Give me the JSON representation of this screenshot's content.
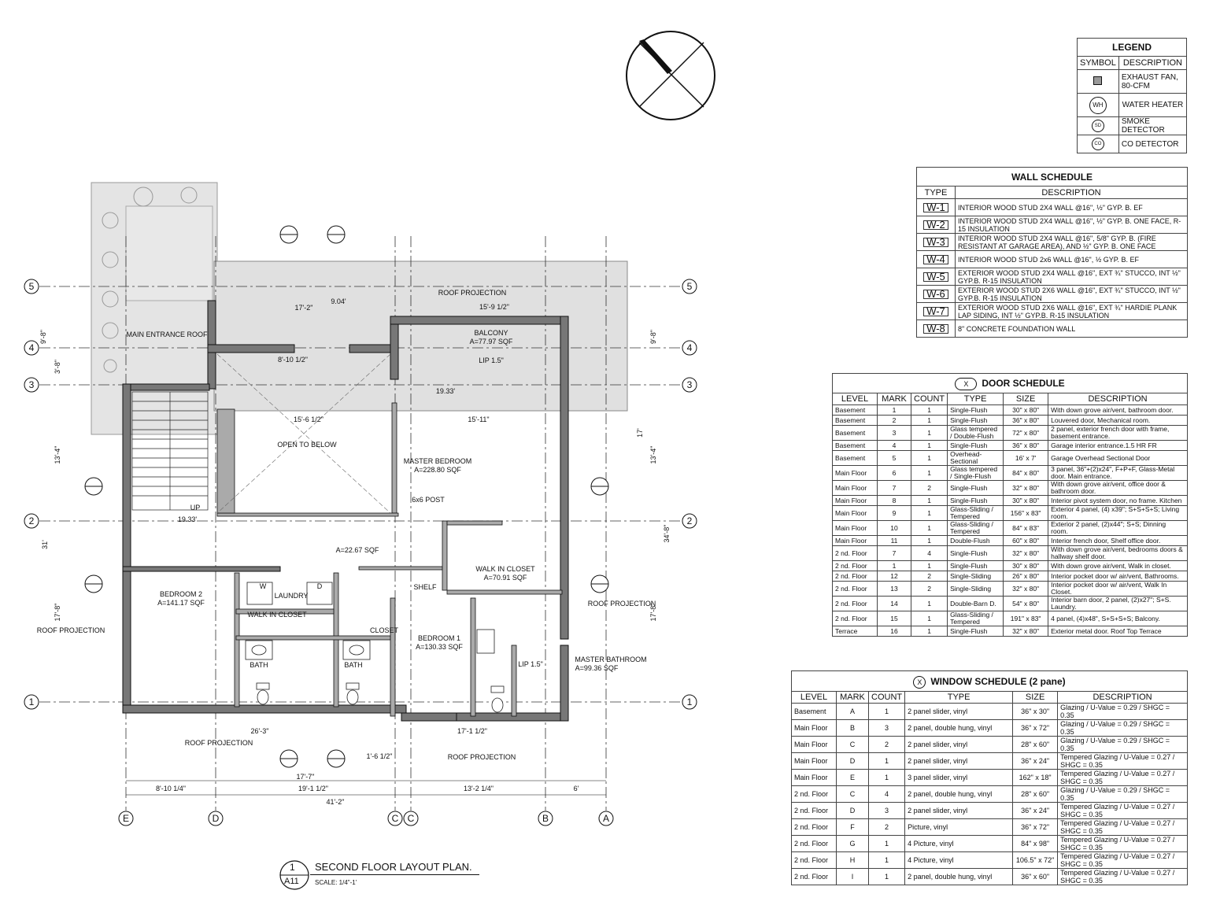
{
  "plan": {
    "title": "SECOND FLOOR LAYOUT PLAN.",
    "scale": "SCALE: 1/4\"-1'",
    "title_ref_number": "1",
    "title_ref_sheet": "A11",
    "grid_lines_horizontal": [
      "5",
      "4",
      "3",
      "2",
      "1"
    ],
    "grid_lines_vertical": [
      "E",
      "D",
      "C",
      "C",
      "B",
      "A"
    ],
    "rooms": [
      {
        "name": "MAIN ENTRANCE ROOF",
        "area": ""
      },
      {
        "name": "BALCONY",
        "area": "A=77.97 SQF"
      },
      {
        "name": "OPEN TO BELOW",
        "area": ""
      },
      {
        "name": "MASTER BEDROOM",
        "area": "A=228.80 SQF"
      },
      {
        "name": "BEDROOM 2",
        "area": "A=141.17 SQF"
      },
      {
        "name": "WALK IN CLOSET",
        "area": "A=70.91 SQF"
      },
      {
        "name": "BEDROOM 1",
        "area": "A=130.33 SQF"
      },
      {
        "name": "MASTER BATHROOM",
        "area": "A=99.36 SQF"
      },
      {
        "name": "LAUNDRY",
        "area": ""
      },
      {
        "name": "WALK IN CLOSET",
        "area": ""
      },
      {
        "name": "BATH",
        "area": ""
      },
      {
        "name": "BATH",
        "area": ""
      },
      {
        "name": "CLOSET",
        "area": ""
      },
      {
        "name": "ROOF PROJECTION",
        "area": ""
      },
      {
        "name": "ROOF PROJECTION",
        "area": ""
      },
      {
        "name": "ROOF PROJECTION",
        "area": ""
      },
      {
        "name": "ROOF PROJECTION",
        "area": ""
      },
      {
        "name": "ROOF PROJECTION",
        "area": ""
      }
    ],
    "labels": [
      "UP",
      "SHELF",
      "6x6 POST",
      "LIP 1.5\"",
      "LIP 1.5\"",
      "W",
      "D",
      "A=22.67 SQF"
    ],
    "dimensions": [
      "8'-10 1/4\"",
      "19'-1 1/2\"",
      "13'-2 1/4\"",
      "6'",
      "41'-2\"",
      "17'-7\"",
      "26'-3\"",
      "17'-1 1/2\"",
      "15'-6 1/2\"",
      "15'-11\"",
      "15'-9 1/2\"",
      "13'-4\"",
      "31'",
      "17'-8\"",
      "9'-8\"",
      "3'-8\"",
      "17'",
      "34'-8\"",
      "1'-6 1/2\"",
      "17'-2\"",
      "8'-10 1/2\""
    ],
    "elevations": [
      "9.04'",
      "19.33'",
      "19.33'"
    ]
  },
  "legend": {
    "title": "LEGEND",
    "headers": [
      "SYMBOL",
      "DESCRIPTION"
    ],
    "rows": [
      {
        "symbol": "exhaust-fan-icon",
        "description": "EXHAUST FAN, 80-CFM"
      },
      {
        "symbol": "WH",
        "description": "WATER HEATER"
      },
      {
        "symbol": "SD",
        "description": "SMOKE DETECTOR"
      },
      {
        "symbol": "CO",
        "description": "CO DETECTOR"
      }
    ]
  },
  "wall_schedule": {
    "title": "WALL SCHEDULE",
    "headers": [
      "TYPE",
      "DESCRIPTION"
    ],
    "rows": [
      {
        "type": "W-1",
        "description": "INTERIOR WOOD STUD 2X4 WALL @16\", ½\" GYP. B. EF"
      },
      {
        "type": "W-2",
        "description": "INTERIOR WOOD STUD 2X4 WALL @16\", ½\" GYP. B. ONE FACE, R-15 INSULATION"
      },
      {
        "type": "W-3",
        "description": "INTERIOR WOOD STUD 2X4 WALL @16\", 5/8\" GYP. B. (FIRE RESISTANT AT GARAGE AREA), AND ½\" GYP. B. ONE FACE"
      },
      {
        "type": "W-4",
        "description": "INTERIOR WOOD STUD 2x6 WALL @16\", ½ GYP. B. EF"
      },
      {
        "type": "W-5",
        "description": "EXTERIOR WOOD STUD 2X4 WALL @16\", EXT ¾\" STUCCO, INT ½\" GYP.B. R-15 INSULATION"
      },
      {
        "type": "W-6",
        "description": "EXTERIOR WOOD STUD 2X6 WALL @16\", EXT ¾\" STUCCO, INT ½\" GYP.B. R-15 INSULATION"
      },
      {
        "type": "W-7",
        "description": "EXTERIOR WOOD STUD 2X6 WALL @16\", EXT ¾\" HARDIE PLANK LAP SIDING, INT ½\" GYP.B. R-15 INSULATION"
      },
      {
        "type": "W-8",
        "description": "8\" CONCRETE FOUNDATION WALL"
      }
    ]
  },
  "door_schedule": {
    "title": "DOOR SCHEDULE",
    "marker": "X",
    "headers": [
      "LEVEL",
      "MARK",
      "COUNT",
      "TYPE",
      "SIZE",
      "DESCRIPTION"
    ],
    "rows": [
      [
        "Basement",
        "1",
        "1",
        "Single-Flush",
        "30\" x 80\"",
        "With down grove air/vent, bathroom door."
      ],
      [
        "Basement",
        "2",
        "1",
        "Single-Flush",
        "36\" x 80\"",
        "Louvered door, Mechanical room."
      ],
      [
        "Basement",
        "3",
        "1",
        "Glass tempered / Double-Flush",
        "72\" x 80\"",
        "2 panel, exterior french door with frame, basement entrance."
      ],
      [
        "Basement",
        "4",
        "1",
        "Single-Flush",
        "36\" x 80\"",
        "Garage interior entrance.1.5 HR FR"
      ],
      [
        "Basement",
        "5",
        "1",
        "Overhead-Sectional",
        "16' x 7'",
        "Garage Overhead Sectional Door"
      ],
      [
        "Main Floor",
        "6",
        "1",
        "Glass tempered / Single-Flush",
        "84\" x 80\"",
        "3 panel, 36\"+(2)x24\", F+P+F, Glass-Metal door. Main entrance."
      ],
      [
        "Main Floor",
        "7",
        "2",
        "Single-Flush",
        "32\" x 80\"",
        "With down grove air/vent, office door & bathroom door."
      ],
      [
        "Main Floor",
        "8",
        "1",
        "Single-Flush",
        "30\" x 80\"",
        "Interior pivot system door, no frame. Kitchen"
      ],
      [
        "Main Floor",
        "9",
        "1",
        "Glass-Sliding / Tempered",
        "156\" x 83\"",
        "Exterior 4 panel, (4) x39\"; S+S+S+S; Living room."
      ],
      [
        "Main Floor",
        "10",
        "1",
        "Glass-Sliding / Tempered",
        "84\" x 83\"",
        "Exterior 2 panel, (2)x44\"; S+S; Dinning room."
      ],
      [
        "Main Floor",
        "11",
        "1",
        "Double-Flush",
        "60\" x 80\"",
        "Interior french door, Shelf office door."
      ],
      [
        "2 nd. Floor",
        "7",
        "4",
        "Single-Flush",
        "32\" x 80\"",
        "With down grove air/vent, bedrooms doors & hallway shelf door."
      ],
      [
        "2 nd. Floor",
        "1",
        "1",
        "Single-Flush",
        "30\" x 80\"",
        "With down grove air/vent, Walk in closet."
      ],
      [
        "2 nd. Floor",
        "12",
        "2",
        "Single-Sliding",
        "26\" x 80\"",
        "Interior pocket door w/ air/vent, Bathrooms."
      ],
      [
        "2 nd. Floor",
        "13",
        "2",
        "Single-Sliding",
        "32\" x 80\"",
        "Interior pocket door w/ air/vent, Walk In Closet."
      ],
      [
        "2 nd. Floor",
        "14",
        "1",
        "Double-Barn D.",
        "54\" x 80\"",
        "Interior barn door, 2 panel, (2)x27\"; S+S. Laundry."
      ],
      [
        "2 nd. Floor",
        "15",
        "1",
        "Glass-Sliding / Tempered",
        "191\" x 83\"",
        "4 panel, (4)x48\", S+S+S+S; Balcony."
      ],
      [
        "Terrace",
        "16",
        "1",
        "Single-Flush",
        "32\" x 80\"",
        "Exterior metal door. Roof Top Terrace"
      ]
    ]
  },
  "window_schedule": {
    "title": "WINDOW SCHEDULE (2 pane)",
    "marker": "X",
    "headers": [
      "LEVEL",
      "MARK",
      "COUNT",
      "TYPE",
      "SIZE",
      "DESCRIPTION"
    ],
    "rows": [
      [
        "Basement",
        "A",
        "1",
        "2 panel slider, vinyl",
        "36\" x 30\"",
        "Glazing / U-Value = 0.29 / SHGC = 0.35"
      ],
      [
        "Main Floor",
        "B",
        "3",
        "2 panel, double hung, vinyl",
        "36\" x 72\"",
        "Glazing / U-Value = 0.29 / SHGC = 0.35"
      ],
      [
        "Main Floor",
        "C",
        "2",
        "2 panel slider, vinyl",
        "28\" x 60\"",
        "Glazing / U-Value = 0.29 / SHGC = 0.35"
      ],
      [
        "Main Floor",
        "D",
        "1",
        "2 panel slider, vinyl",
        "36\" x 24\"",
        "Tempered Glazing / U-Value = 0.27 / SHGC = 0.35"
      ],
      [
        "Main Floor",
        "E",
        "1",
        "3 panel slider, vinyl",
        "162\" x 18\"",
        "Tempered Glazing / U-Value = 0.27 / SHGC = 0.35"
      ],
      [
        "2 nd. Floor",
        "C",
        "4",
        "2 panel, double hung, vinyl",
        "28\" x 60\"",
        "Glazing / U-Value = 0.29 / SHGC = 0.35"
      ],
      [
        "2 nd. Floor",
        "D",
        "3",
        "2 panel slider, vinyl",
        "36\" x 24\"",
        "Tempered Glazing / U-Value = 0.27 / SHGC = 0.35"
      ],
      [
        "2 nd. Floor",
        "F",
        "2",
        "Picture, vinyl",
        "36\" x 72\"",
        "Tempered Glazing / U-Value = 0.27 / SHGC = 0.35"
      ],
      [
        "2 nd. Floor",
        "G",
        "1",
        "4 Picture, vinyl",
        "84\" x 98\"",
        "Tempered Glazing / U-Value = 0.27 / SHGC = 0.35"
      ],
      [
        "2 nd. Floor",
        "H",
        "1",
        "4 Picture, vinyl",
        "106.5\" x 72\"",
        "Tempered Glazing / U-Value = 0.27 / SHGC = 0.35"
      ],
      [
        "2 nd. Floor",
        "I",
        "1",
        "2 panel, double hung, vinyl",
        "36\" x 60\"",
        "Tempered Glazing / U-Value = 0.27 / SHGC = 0.35"
      ]
    ]
  }
}
